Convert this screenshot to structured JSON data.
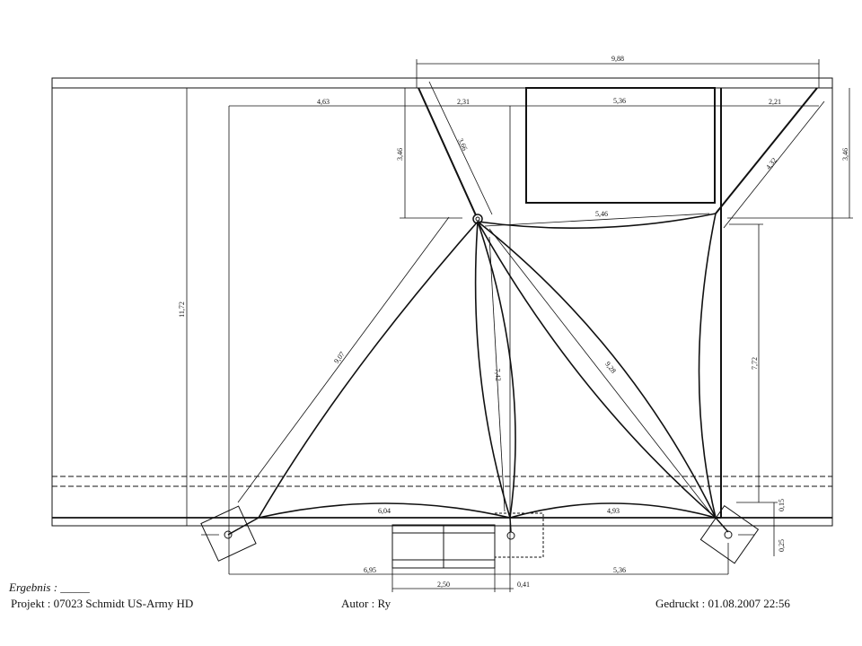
{
  "drawing": {
    "dimensions": {
      "top_overall": "9,88",
      "left_offset": "4,63",
      "mast_offset": "2,31",
      "building_width": "5,36",
      "right_offset": "2,21",
      "left_height": "3,46",
      "right_height": "3,46",
      "mast_cable": "3,66",
      "right_cable": "4,32",
      "top_edge": "5,46",
      "overall_height": "11,72",
      "left_diagonal": "9,07",
      "middle_edge": "7,42",
      "right_diagonal": "9,28",
      "right_vertical": "7,72",
      "bottom_left_edge": "6,04",
      "bottom_right_edge": "4,93",
      "gap_small": "0,15",
      "gap_post": "0,25",
      "post_left_span": "6,95",
      "post_right_span": "5,36",
      "box_width": "2,50",
      "box_gap": "0,41"
    }
  },
  "footer": {
    "result_label": "Ergebnis :",
    "result_value": "_____",
    "project": "Projekt : 07023 Schmidt US-Army HD",
    "author": "Autor : Ry",
    "printed": "Gedruckt : 01.08.2007  22:56"
  }
}
